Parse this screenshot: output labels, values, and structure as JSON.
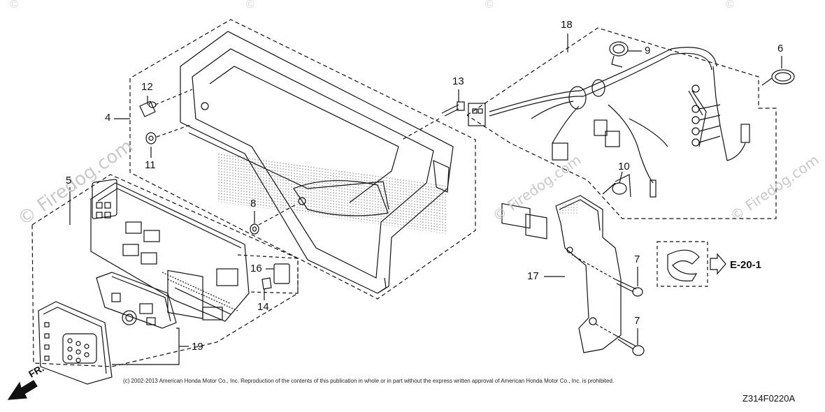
{
  "watermarks": {
    "left": "© Firedog.com",
    "middle": "© Firedog.com",
    "right": "© Firedog.com"
  },
  "callouts": {
    "c4": "4",
    "c5": "5",
    "c6": "6",
    "c7a": "7",
    "c7b": "7",
    "c8": "8",
    "c9": "9",
    "c10": "10",
    "c11": "11",
    "c12": "12",
    "c13": "13",
    "c14": "14",
    "c16": "16",
    "c17": "17",
    "c18": "18",
    "c19": "19"
  },
  "reference_label": "E-20-1",
  "front_label": "FR.",
  "copyright": "(c) 2002-2013 American Honda Motor Co., Inc. Reproduction of the contents of this publication in whole or in part without the express written approval of American Honda Motor Co., Inc. is prohibited.",
  "diagram_code": "Z314F0220A",
  "colors": {
    "line": "#111111",
    "watermark": "#c9c9c9",
    "background": "#ffffff"
  }
}
